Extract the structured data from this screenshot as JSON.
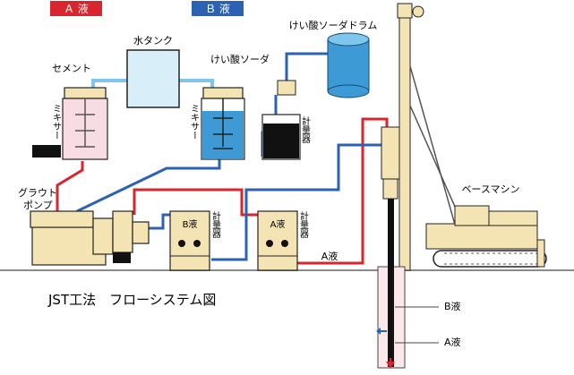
{
  "legend": {
    "a_liquid": "Ａ 液",
    "b_liquid": "Ｂ 液"
  },
  "labels": {
    "water_tank": "水タンク",
    "cement": "セメント",
    "sodium_silicate": "けい酸ソーダ",
    "sodium_silicate_drum": "けい酸ソーダドラム",
    "mixer_a": "ミキサー",
    "mixer_b": "ミキサー",
    "meter_silicate": "計量器",
    "grout_pump_line1": "グラウト",
    "grout_pump_line2": "ポンプ",
    "meter_b_name": "B液",
    "meter_b_side": "計量器",
    "meter_a_name": "A液",
    "meter_a_side": "計量器",
    "a_line": "A液",
    "base_machine": "ベースマシン",
    "title": "JST工法　フローシステム図",
    "bore_b": "B液",
    "bore_a": "A液"
  },
  "colors": {
    "a_liquid": "#d9262e",
    "b_liquid": "#2c62b4",
    "pipe_light": "#7fc6ec",
    "machine": "#f4e4b4",
    "tank": "#d8eef8",
    "mixer_a": "#f8dce4",
    "drum": "#3d9ad4",
    "ground": "#8a8a8a"
  }
}
